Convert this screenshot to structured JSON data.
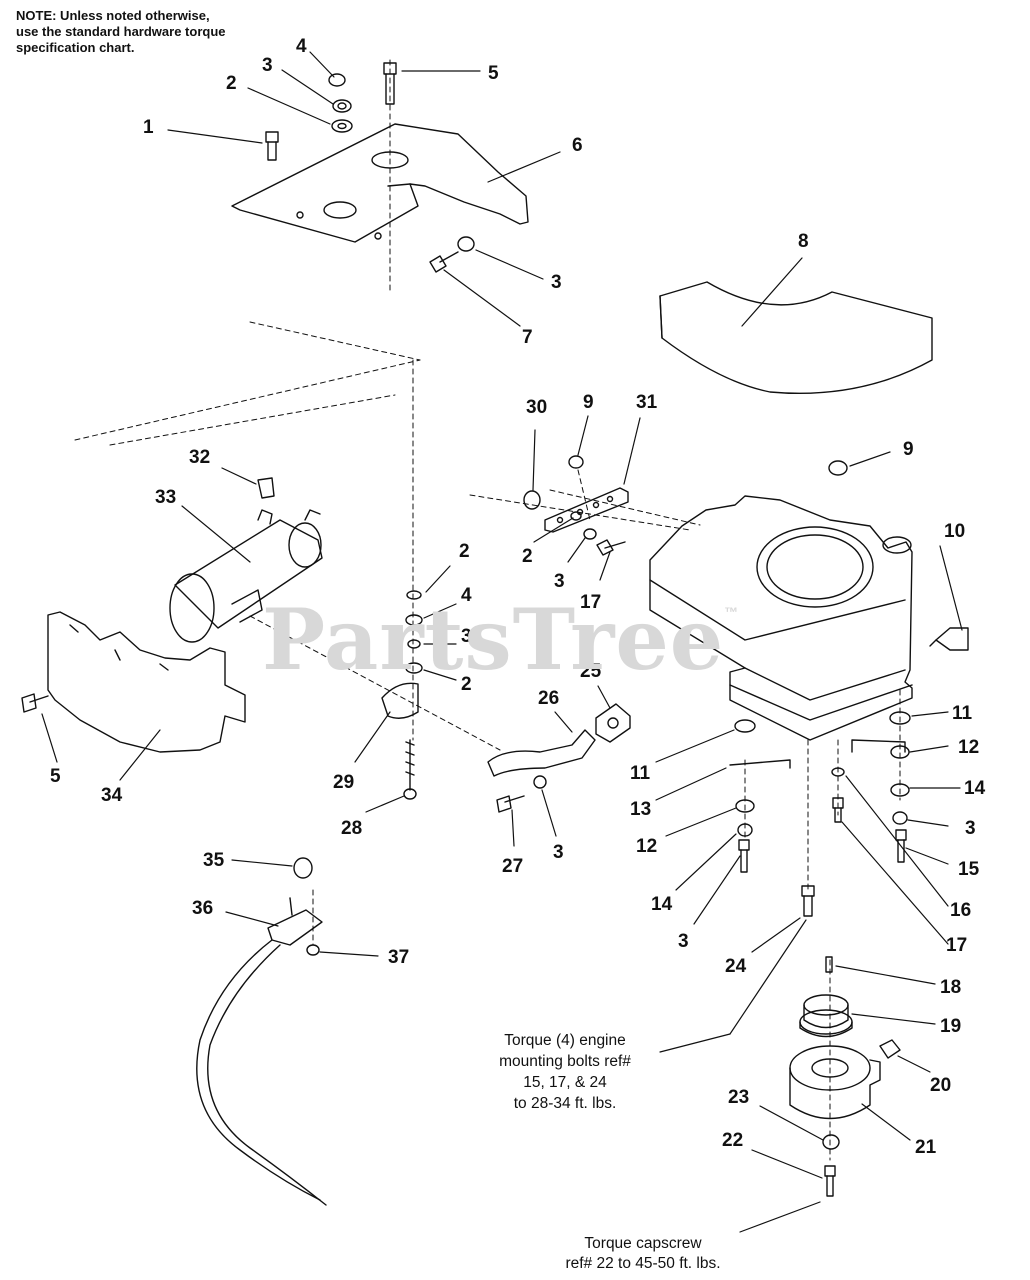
{
  "notes": {
    "top": [
      "NOTE: Unless noted otherwise,",
      "use the standard hardware torque",
      "specification chart."
    ],
    "engine_bolts": [
      "Torque (4) engine",
      "mounting bolts ref#",
      "15, 17, & 24",
      "to 28-34 ft. lbs."
    ],
    "capscrew": [
      "Torque capscrew",
      "ref# 22 to 45-50 ft. lbs."
    ]
  },
  "watermark": {
    "text": "PartsTree",
    "mark": "™"
  },
  "callouts": [
    "1",
    "2",
    "3",
    "4",
    "5",
    "6",
    "3",
    "7",
    "8",
    "30",
    "9",
    "31",
    "9",
    "32",
    "33",
    "10",
    "2",
    "4",
    "3",
    "2",
    "2",
    "3",
    "17",
    "25",
    "26",
    "5",
    "34",
    "29",
    "28",
    "27",
    "3",
    "11",
    "12",
    "14",
    "3",
    "15",
    "16",
    "17",
    "11",
    "13",
    "12",
    "14",
    "3",
    "24",
    "18",
    "19",
    "20",
    "21",
    "22",
    "23",
    "35",
    "36",
    "37"
  ],
  "colors": {
    "ink": "#111111",
    "watermark": "#d8d8d8"
  }
}
